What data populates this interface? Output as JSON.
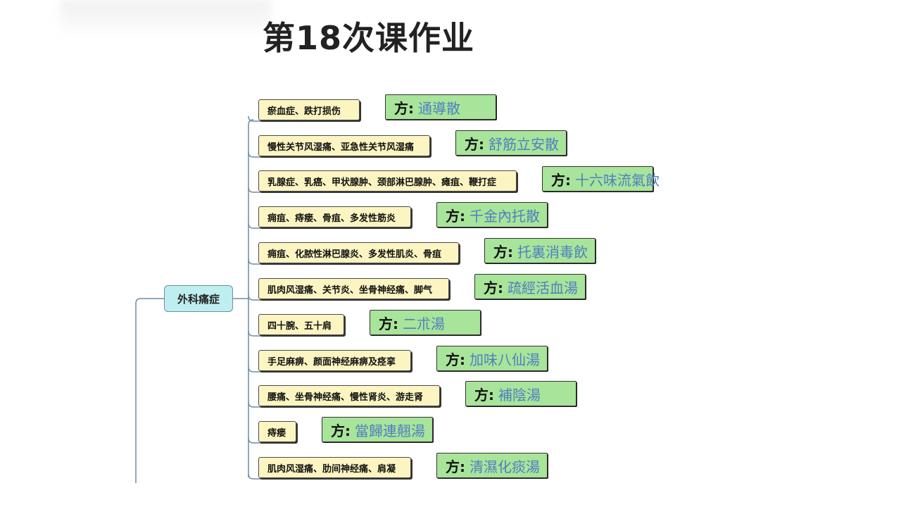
{
  "title": "第18次课作业",
  "root": {
    "label": "外科痛症"
  },
  "rx_prefix": "方:",
  "rows": [
    {
      "condition": "瘀血症、跌打损伤",
      "prescription": "通導散"
    },
    {
      "condition": "慢性关节风湿痛、亚急性关节风湿痛",
      "prescription": "舒筋立安散"
    },
    {
      "condition": "乳腺症、乳癌、甲状腺肿、颈部淋巴腺肿、瘫疽、鞭打症",
      "prescription": "十六味流氣飲"
    },
    {
      "condition": "痈疽、痔瘘、骨疽、多发性筋炎",
      "prescription": "千金內托散"
    },
    {
      "condition": "痈疽、化脓性淋巴腺炎、多发性肌炎、骨疽",
      "prescription": "托裏消毒飲"
    },
    {
      "condition": "肌肉风湿痛、关节炎、坐骨神经痛、脚气",
      "prescription": "疏經活血湯"
    },
    {
      "condition": "四十腕、五十肩",
      "prescription": "二朮湯"
    },
    {
      "condition": "手足麻痹、颜面神经麻痹及痉挛",
      "prescription": "加味八仙湯"
    },
    {
      "condition": "腰痛、坐骨神经痛、慢性肾炎、游走肾",
      "prescription": "補陰湯"
    },
    {
      "condition": "痔瘘",
      "prescription": "當歸連翹湯"
    },
    {
      "condition": "肌肉风湿痛、肋间神经痛、肩凝",
      "prescription": "清濕化痰湯"
    }
  ]
}
